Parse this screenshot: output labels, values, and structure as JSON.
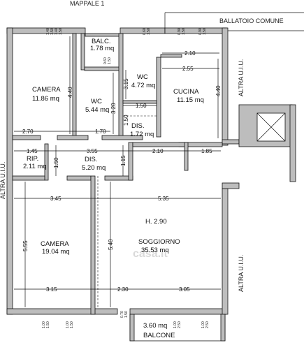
{
  "labels": {
    "mappale": "MAPPALE 1",
    "ballatoio": "BALLATOIO COMUNE",
    "altra_top_right": "ALTRA U.I.U.",
    "altra_mid_right": "ALTRA U.I.U.",
    "altra_left": "ALTRA U.I.U.",
    "altezza": "H. 2.90",
    "watermark": "casa.it"
  },
  "rooms": {
    "camera_top": {
      "name": "CAMERA",
      "area": "11.86 mq"
    },
    "wc_left": {
      "name": "WC",
      "area": "5.44 mq"
    },
    "balc": {
      "name": "BALC.",
      "area": "1.78 mq"
    },
    "wc_right": {
      "name": "WC",
      "area": "4.72 mq"
    },
    "cucina": {
      "name": "CUCINA",
      "area": "11.15 mq"
    },
    "dis_top": {
      "name": "DIS.",
      "area": "1.72 mq"
    },
    "rip": {
      "name": "RIP.",
      "area": "2.11 mq"
    },
    "dis_mid": {
      "name": "DIS.",
      "area": "5.20 mq"
    },
    "camera_bottom": {
      "name": "CAMERA",
      "area": "19.04 mq"
    },
    "soggiorno": {
      "name": "SOGGIORNO",
      "area": "35.53 mq"
    },
    "balcone": {
      "name": "BALCONE",
      "area": "3.60 mq"
    }
  },
  "dimensions": {
    "d_210_cucina": "2.10",
    "d_255": "2.55",
    "d_440_camera": "4.40",
    "d_315": "3.15",
    "d_320": "3.20",
    "d_150_wc": "1.50",
    "d_440_cucina": "4.40",
    "d_150_dis": "1.50",
    "d_270": "2.70",
    "d_170": "1.70",
    "d_145": "1.45",
    "d_355": "3.55",
    "d_210_mid": "2.10",
    "d_185": "1.85",
    "d_150_rip": "1.50",
    "d_115": "1.15",
    "d_345": "3.45",
    "d_535": "5.35",
    "d_555": "5.55",
    "d_540": "5.40",
    "d_315_bottom": "3.15",
    "d_230": "2.30",
    "d_305": "3.05"
  },
  "window_marks": {
    "w1_a": "1.40",
    "w1_b": "1.50",
    "w2_a": "1.40",
    "w2_b": "1.50",
    "w3_a": "0.60",
    "w3_b": "1.50",
    "w4_a": "0.60",
    "w4_b": "1.50",
    "w5_a": "0.90",
    "w5_b": "1.50",
    "w6_a": "0.90",
    "w6_b": "1.50",
    "w7_a": "0.70",
    "w7_b": "1.50",
    "wb1_a": "1.00",
    "wb1_b": "1.50",
    "wb2_a": "1.00",
    "wb2_b": "1.50",
    "wb3_a": "1.00",
    "wb3_b": "2.50",
    "wb4_a": "1.00",
    "wb4_b": "2.50"
  }
}
